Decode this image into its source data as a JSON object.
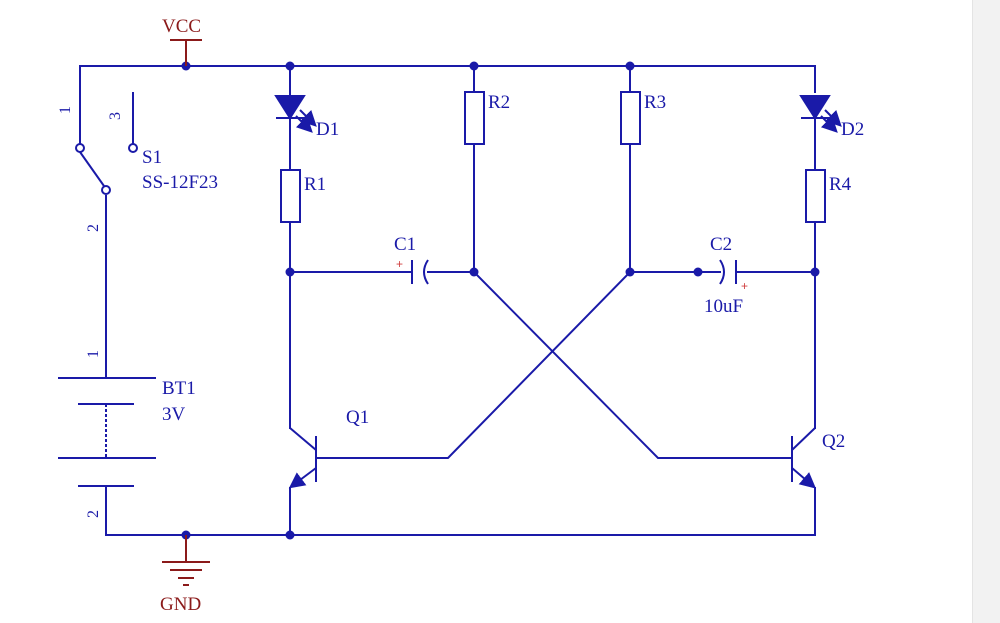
{
  "colors": {
    "wire": "#1a1aa8",
    "power": "#8b1a1a",
    "polarity": "#d04040"
  },
  "power": {
    "vcc_label": "VCC",
    "gnd_label": "GND"
  },
  "switch": {
    "ref": "S1",
    "part": "SS-12F23",
    "pin1": "1",
    "pin2": "2",
    "pin3": "3"
  },
  "battery": {
    "ref": "BT1",
    "value": "3V",
    "pin1": "1",
    "pin2": "2"
  },
  "diodes": [
    {
      "ref": "D1"
    },
    {
      "ref": "D2"
    }
  ],
  "resistors": [
    {
      "ref": "R1"
    },
    {
      "ref": "R2"
    },
    {
      "ref": "R3"
    },
    {
      "ref": "R4"
    }
  ],
  "capacitors": [
    {
      "ref": "C1",
      "polarity": "+"
    },
    {
      "ref": "C2",
      "value": "10uF",
      "polarity": "+"
    }
  ],
  "transistors": [
    {
      "ref": "Q1"
    },
    {
      "ref": "Q2"
    }
  ]
}
